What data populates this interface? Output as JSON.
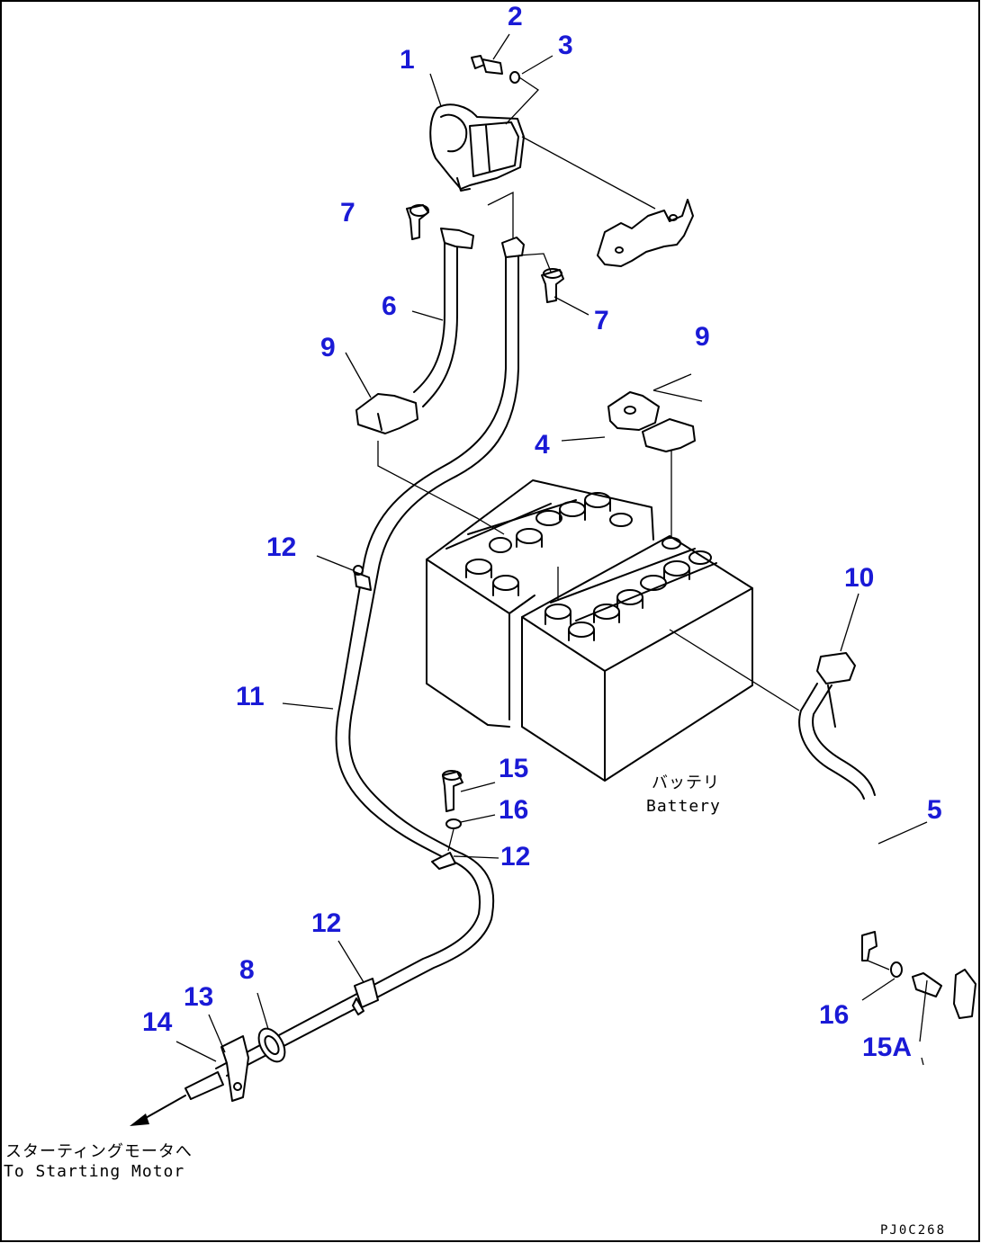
{
  "labels": {
    "p1": "1",
    "p2": "2",
    "p3": "3",
    "p4": "4",
    "p5": "5",
    "p6": "6",
    "p7a": "7",
    "p7b": "7",
    "p8": "8",
    "p9a": "9",
    "p9b": "9",
    "p10": "10",
    "p11": "11",
    "p12a": "12",
    "p12b": "12",
    "p12c": "12",
    "p13": "13",
    "p14": "14",
    "p15": "15",
    "p15a": "15A",
    "p16a": "16",
    "p16b": "16"
  },
  "captions": {
    "battery_jp": "バッテリ",
    "battery_en": "Battery",
    "starter_jp": "スターティングモータへ",
    "starter_en": "To Starting Motor"
  },
  "drawing_code": "PJ0C268",
  "colors": {
    "callout": "#1a1ad6",
    "linework": "#000000",
    "background": "#ffffff"
  }
}
